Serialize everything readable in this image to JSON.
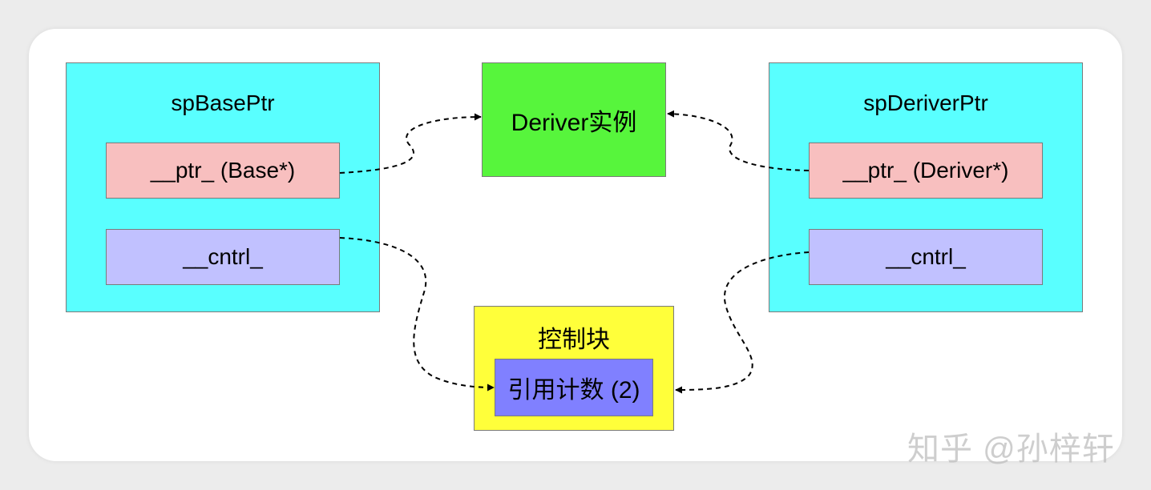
{
  "diagram": {
    "sp_base": {
      "title": "spBasePtr",
      "ptr_label": "__ptr_ (Base*)",
      "cntrl_label": "__cntrl_"
    },
    "sp_deriver": {
      "title": "spDeriverPtr",
      "ptr_label": "__ptr_ (Deriver*)",
      "cntrl_label": "__cntrl_"
    },
    "instance": {
      "label": "Deriver实例"
    },
    "control_block": {
      "title": "控制块",
      "ref_count_label": "引用计数 (2)"
    },
    "colors": {
      "outer": "#59ffff",
      "ptr": "#f8bfbf",
      "cntrl": "#c1c1ff",
      "instance": "#57f53c",
      "control_block": "#ffff3a",
      "ref_count": "#8080ff"
    }
  },
  "watermark": {
    "text": "知乎 @孙梓轩"
  }
}
